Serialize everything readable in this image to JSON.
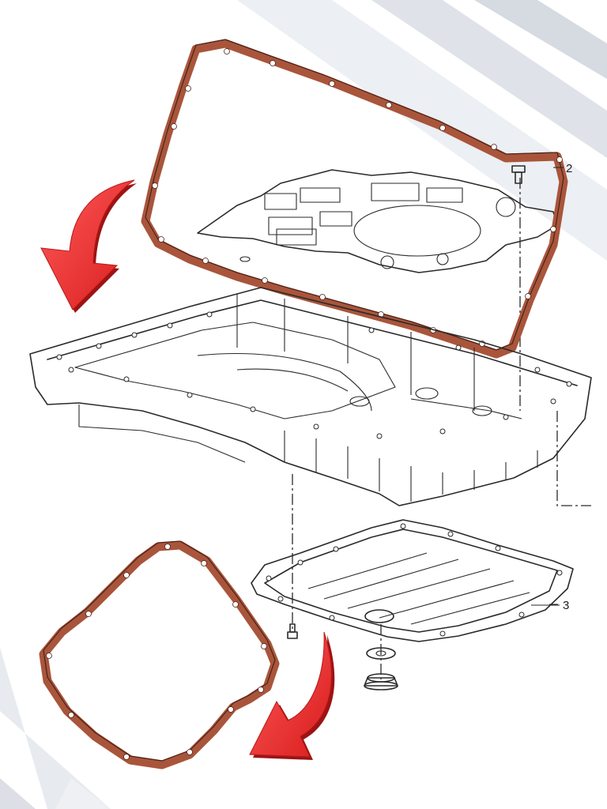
{
  "diagram": {
    "callouts": [
      {
        "id": "part-2",
        "label": "2"
      },
      {
        "id": "part-3",
        "label": "3"
      }
    ]
  },
  "colors": {
    "gasket": "#a9553b",
    "gasket_dark": "#4a2218",
    "arrow": "#e52a2a",
    "arrow_shadow": "#9b1414",
    "background": "#ffffff",
    "stripe": "#d9dde4",
    "line": "#2a2a2a"
  },
  "icons": {
    "arrow_top": "curved-arrow-down-left-icon",
    "arrow_bottom": "curved-arrow-down-left-icon"
  }
}
